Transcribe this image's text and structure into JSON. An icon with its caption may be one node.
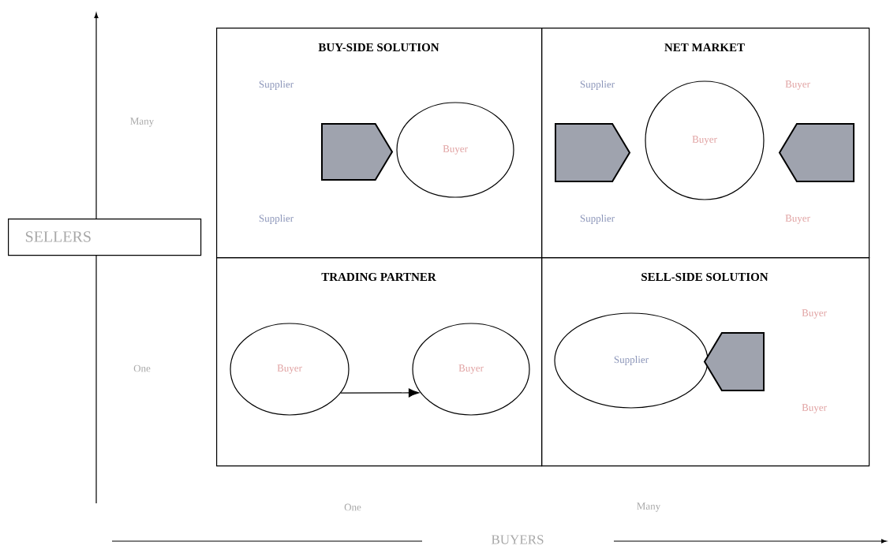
{
  "diagram": {
    "nodes": [
      {
        "text": [
          "BUY-SIDE SOLUTION"
        ]
      },
      {
        "text": [],
        "shape": "pentagon",
        "in": 0
      },
      {
        "text": [
          "Buyer"
        ],
        "in": 0
      },
      {
        "text": [
          "NET MARKET"
        ]
      },
      {
        "text": [],
        "shape": "pentagon",
        "in": 3
      },
      {
        "text": [
          "Buyer"
        ],
        "in": 3
      },
      {
        "text": [],
        "shape": "pentagon",
        "in": 3
      },
      {
        "text": [
          "TRADING PARTNER"
        ]
      },
      {
        "text": [
          "Buyer"
        ],
        "in": 7
      },
      {
        "text": [
          "Buyer"
        ],
        "in": 7
      },
      {
        "text": [
          "SELL-SIDE SOLUTION"
        ]
      },
      {
        "text": [
          "Supplier"
        ],
        "in": 10
      },
      {
        "text": [],
        "shape": "pentagon",
        "in": 10
      },
      {
        "text": [
          "SELLERS"
        ]
      }
    ],
    "edges": [
      {
        "from": 8,
        "to": 9,
        "arrow": "to"
      }
    ],
    "labels": [
      "Supplier",
      "Supplier",
      "Supplier",
      "Buyer",
      "Supplier",
      "Buyer",
      "Buyer",
      "Buyer",
      "Many",
      "One",
      "One",
      "Many",
      "BUYERS"
    ]
  }
}
